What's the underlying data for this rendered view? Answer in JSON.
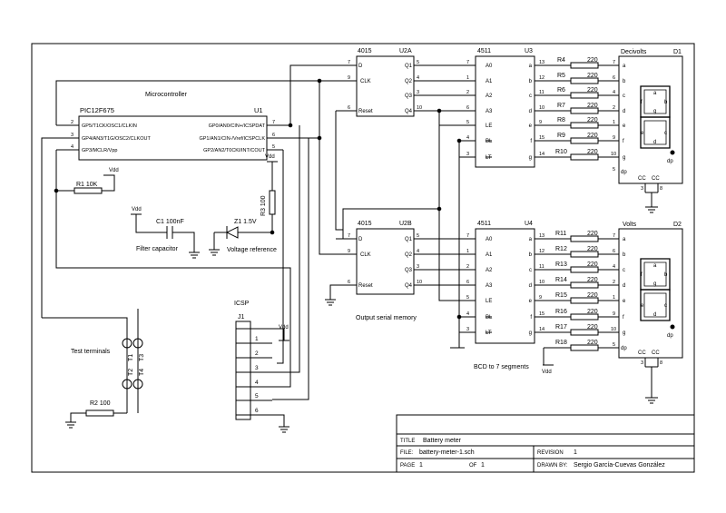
{
  "u1": {
    "name": "PIC12F675",
    "ref": "U1",
    "caption": "Microcontroller",
    "pins_left": [
      "GP5/T1CK/OSC1/CLKIN",
      "GP4/AN3/T1G/OSC2/CLKOUT",
      "GP3/MCLR/Vpp"
    ],
    "pins_left_nums": [
      "2",
      "3",
      "4"
    ],
    "pins_right": [
      "GP0/AN0/CIN+/ICSPDAT",
      "GP1/AN1/CIN-/Vref/ICSPCLK",
      "GP2/AN2/T0CKI/INT/COUT"
    ],
    "pins_right_nums": [
      "7",
      "6",
      "5"
    ]
  },
  "u2a": {
    "name": "4015",
    "ref": "U2A",
    "in": [
      "D",
      "CLK",
      "Reset"
    ],
    "in_nums": [
      "7",
      "9",
      "6"
    ],
    "out": [
      "Q1",
      "Q2",
      "Q3",
      "Q4"
    ],
    "out_nums": [
      "5",
      "4",
      "3",
      "10"
    ]
  },
  "u2b": {
    "name": "4015",
    "ref": "U2B",
    "in": [
      "D",
      "CLK",
      "Reset"
    ],
    "in_nums": [
      "7",
      "9",
      "6"
    ],
    "out": [
      "Q1",
      "Q2",
      "Q3",
      "Q4"
    ],
    "out_nums": [
      "5",
      "4",
      "3",
      "10"
    ],
    "caption": "Output serial memory"
  },
  "u3": {
    "name": "4511",
    "ref": "U3",
    "in": [
      "A0",
      "A1",
      "A2",
      "A3",
      "LE",
      "BL",
      "LT"
    ],
    "in_nums": [
      "7",
      "1",
      "2",
      "6",
      "5",
      "4",
      "3"
    ],
    "out": [
      "a",
      "b",
      "c",
      "d",
      "e",
      "f",
      "g"
    ],
    "out_nums": [
      "13",
      "12",
      "11",
      "10",
      "9",
      "15",
      "14"
    ]
  },
  "u4": {
    "name": "4511",
    "ref": "U4",
    "in": [
      "A0",
      "A1",
      "A2",
      "A3",
      "LE",
      "BL",
      "LT"
    ],
    "in_nums": [
      "7",
      "1",
      "2",
      "6",
      "5",
      "4",
      "3"
    ],
    "out": [
      "a",
      "b",
      "c",
      "d",
      "e",
      "f",
      "g"
    ],
    "out_nums": [
      "13",
      "12",
      "11",
      "10",
      "9",
      "15",
      "14"
    ],
    "caption": "BCD to 7 segments"
  },
  "res_top": {
    "refs": [
      "R4",
      "R5",
      "R6",
      "R7",
      "R8",
      "R9",
      "R10"
    ],
    "value": "220"
  },
  "res_bot": {
    "refs": [
      "R11",
      "R12",
      "R13",
      "R14",
      "R15",
      "R16",
      "R17",
      "R18"
    ],
    "value": "220"
  },
  "d1": {
    "ref": "D1",
    "label": "Decivolts",
    "pins": [
      "a",
      "b",
      "c",
      "d",
      "e",
      "f",
      "g",
      "dp"
    ],
    "pin_nums": [
      "7",
      "6",
      "4",
      "2",
      "1",
      "9",
      "10",
      "5"
    ],
    "cc": "CC",
    "cc_nums": [
      "3",
      "8"
    ]
  },
  "d2": {
    "ref": "D2",
    "label": "Volts",
    "pins": [
      "a",
      "b",
      "c",
      "d",
      "e",
      "f",
      "g",
      "dp"
    ],
    "pin_nums": [
      "7",
      "6",
      "4",
      "2",
      "1",
      "9",
      "10",
      "5"
    ],
    "cc": "CC",
    "cc_nums": [
      "3",
      "8"
    ]
  },
  "seg_labels": [
    "a",
    "b",
    "c",
    "d",
    "e",
    "f",
    "g",
    "dp"
  ],
  "r1": "R1 10K",
  "r2": "R2 100",
  "r3": "R3 100",
  "c1": "C1 100nF",
  "c1_caption": "Filter capacitor",
  "z1": "Z1  1.5V",
  "z1_caption": "Voltage reference",
  "vdd": "Vdd",
  "icsp": {
    "title": "ICSP",
    "ref": "J1",
    "pins": [
      "1",
      "2",
      "3",
      "4",
      "5",
      "6"
    ]
  },
  "tests": {
    "caption": "Test terminals",
    "labels": [
      "T1",
      "T2",
      "T3",
      "T4"
    ]
  },
  "title_block": {
    "title_label": "TITLE",
    "title": "Battery meter",
    "file_label": "FILE:",
    "file": "battery-meter-1.sch",
    "revision_label": "REVISION",
    "revision": "1",
    "page_label": "PAGE",
    "page": "1",
    "of_label": "OF",
    "of": "1",
    "drawn_label": "DRAWN BY:",
    "drawn": "Sergio García-Cuevas González"
  }
}
